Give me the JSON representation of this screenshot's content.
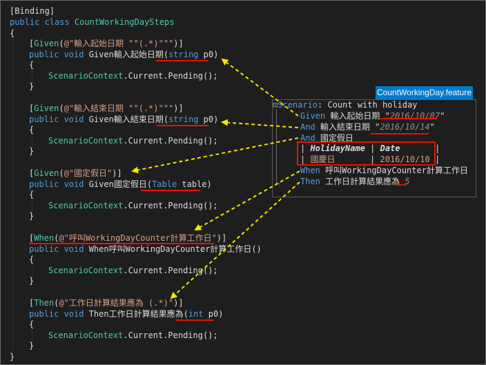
{
  "code": {
    "attr_binding": "[Binding]",
    "class_decl": {
      "kw": "public class ",
      "name": "CountWorkingDaySteps"
    },
    "brace_open": "{",
    "brace_close": "}",
    "pending": {
      "cls": "ScenarioContext",
      "rest": ".Current.Pending();"
    },
    "methods": [
      {
        "attr_kind": "Given",
        "attr_pattern": "@\"輸入起始日期 \"\"(.*)\"\"\"",
        "signature_prefix": "Given輸入起始日期(",
        "param_type": "string",
        "param_name": " p0",
        "signature_suffix": ")"
      },
      {
        "attr_kind": "Given",
        "attr_pattern": "@\"輸入結束日期 \"\"(.*)\"\"\"",
        "signature_prefix": "Given輸入結束日期(",
        "param_type": "string",
        "param_name": " p0",
        "signature_suffix": ")"
      },
      {
        "attr_kind": "Given",
        "attr_pattern": "@\"國定假日\"",
        "signature_prefix": "Given國定假日(",
        "param_type": "Table",
        "param_name": " table",
        "signature_suffix": ")"
      },
      {
        "attr_kind": "When",
        "attr_pattern": "@\"呼叫WorkingDayCounter計算工作日\"",
        "signature_prefix": "When呼叫WorkingDayCounter計算工作日()",
        "param_type": "",
        "param_name": "",
        "signature_suffix": ""
      },
      {
        "attr_kind": "Then",
        "attr_pattern": "@\"工作日計算結果應為 (.*)\"",
        "signature_prefix": "Then工作日計算結果應為(",
        "param_type": "int",
        "param_name": " p0",
        "signature_suffix": ")"
      }
    ],
    "public_void": "public void "
  },
  "feature": {
    "tab_title": "CountWorkingDay.feature",
    "scenario_kw": "Scenario",
    "scenario_title": ": Count with holiday",
    "steps": [
      {
        "kw": "Given",
        "text": " 輸入起始日期 \"",
        "param": "2016/10/07",
        "tail": "\""
      },
      {
        "kw": "And",
        "text": " 輸入結束日期 \"",
        "param": "2016/10/14",
        "tail": "\""
      },
      {
        "kw": "And",
        "text": " 國定假日",
        "param": "",
        "tail": ""
      },
      {
        "kw": "When",
        "text": " 呼叫WorkingDayCounter計算工作日",
        "param": "",
        "tail": ""
      },
      {
        "kw": "Then",
        "text": " 工作日計算結果應為 ",
        "param": "5",
        "tail": ""
      }
    ],
    "table": {
      "headers": [
        "HolidayName",
        "Date"
      ],
      "rows": [
        [
          "國慶日",
          "2016/10/10"
        ]
      ]
    },
    "collapse_glyph": "⊟"
  },
  "colors": {
    "background": "#1e1e1e",
    "keyword": "#569cd6",
    "type": "#4ec9b0",
    "string": "#d69d85",
    "highlight": "#e51400",
    "arrow": "#f2e600",
    "tab_bg": "#007acc"
  }
}
